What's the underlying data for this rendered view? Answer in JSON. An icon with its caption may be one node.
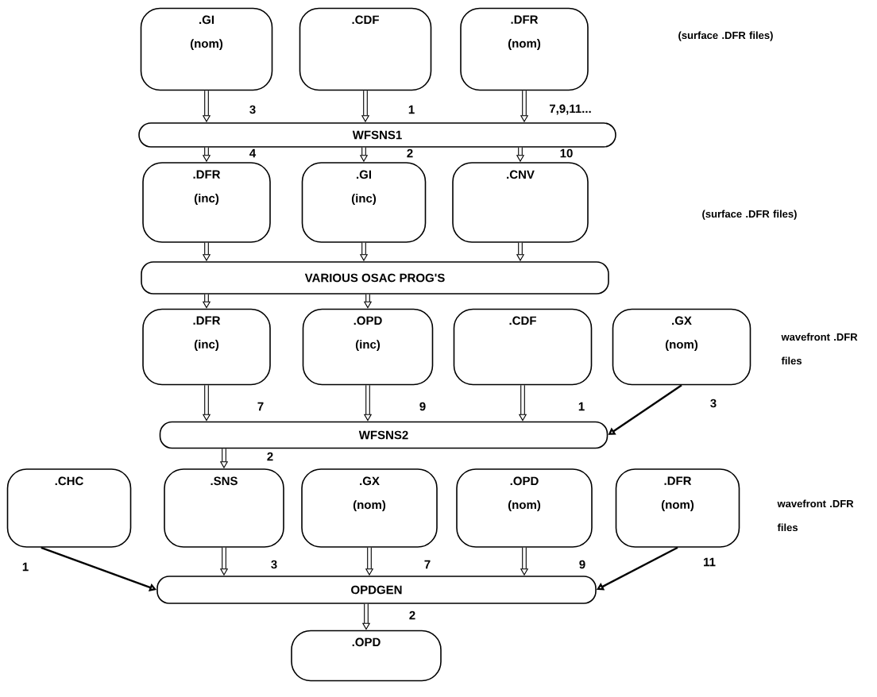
{
  "diagram": {
    "nodes": [
      {
        "text": [
          ".GI",
          "(nom)"
        ]
      },
      {
        "text": [
          ".CDF"
        ]
      },
      {
        "text": [
          ".DFR",
          "(nom)"
        ]
      },
      {
        "text": [
          "WFSNS1"
        ]
      },
      {
        "text": [
          ".DFR",
          "(inc)"
        ]
      },
      {
        "text": [
          ".GI",
          "(inc)"
        ]
      },
      {
        "text": [
          ".CNV"
        ]
      },
      {
        "text": [
          "VARIOUS OSAC PROG'S"
        ]
      },
      {
        "text": [
          ".DFR",
          "(inc)"
        ]
      },
      {
        "text": [
          ".OPD",
          "(inc)"
        ]
      },
      {
        "text": [
          ".CDF"
        ]
      },
      {
        "text": [
          ".GX",
          "(nom)"
        ]
      },
      {
        "text": [
          "WFSNS2"
        ]
      },
      {
        "text": [
          ".CHC"
        ]
      },
      {
        "text": [
          ".SNS"
        ]
      },
      {
        "text": [
          ".GX",
          "(nom)"
        ]
      },
      {
        "text": [
          ".OPD",
          "(nom)"
        ]
      },
      {
        "text": [
          ".DFR",
          "(nom)"
        ]
      },
      {
        "text": [
          "OPDGEN"
        ]
      },
      {
        "text": [
          ".OPD"
        ]
      }
    ],
    "edges": [
      {
        "from": 0,
        "to": 3,
        "arrow": "to",
        "label": "3"
      },
      {
        "from": 1,
        "to": 3,
        "arrow": "to",
        "label": "1"
      },
      {
        "from": 2,
        "to": 3,
        "arrow": "to",
        "label": "7,9,11..."
      },
      {
        "from": 3,
        "to": 4,
        "arrow": "to",
        "label": "4"
      },
      {
        "from": 3,
        "to": 5,
        "arrow": "to",
        "label": "2"
      },
      {
        "from": 3,
        "to": 6,
        "arrow": "to",
        "label": "10"
      },
      {
        "from": 4,
        "to": 7,
        "arrow": "to"
      },
      {
        "from": 5,
        "to": 7,
        "arrow": "to"
      },
      {
        "from": 6,
        "to": 7,
        "arrow": "to"
      },
      {
        "from": 7,
        "to": 8,
        "arrow": "to"
      },
      {
        "from": 7,
        "to": 9,
        "arrow": "to"
      },
      {
        "from": 8,
        "to": 12,
        "arrow": "to",
        "label": "7"
      },
      {
        "from": 9,
        "to": 12,
        "arrow": "to",
        "label": "9"
      },
      {
        "from": 10,
        "to": 12,
        "arrow": "to",
        "label": "1"
      },
      {
        "from": 11,
        "to": 12,
        "arrow": "to",
        "label": "3"
      },
      {
        "from": 12,
        "to": 14,
        "arrow": "to",
        "label": "2"
      },
      {
        "from": 13,
        "to": 18,
        "arrow": "to",
        "label": "1"
      },
      {
        "from": 14,
        "to": 18,
        "arrow": "to",
        "label": "3"
      },
      {
        "from": 15,
        "to": 18,
        "arrow": "to",
        "label": "7"
      },
      {
        "from": 16,
        "to": 18,
        "arrow": "to",
        "label": "9"
      },
      {
        "from": 17,
        "to": 18,
        "arrow": "to",
        "label": "11"
      },
      {
        "from": 18,
        "to": 19,
        "arrow": "to",
        "label": "2"
      }
    ],
    "labels": [
      "(surface .DFR files)",
      "(surface .DFR files)",
      "wavefront .DFR files",
      "wavefront .DFR files"
    ]
  }
}
